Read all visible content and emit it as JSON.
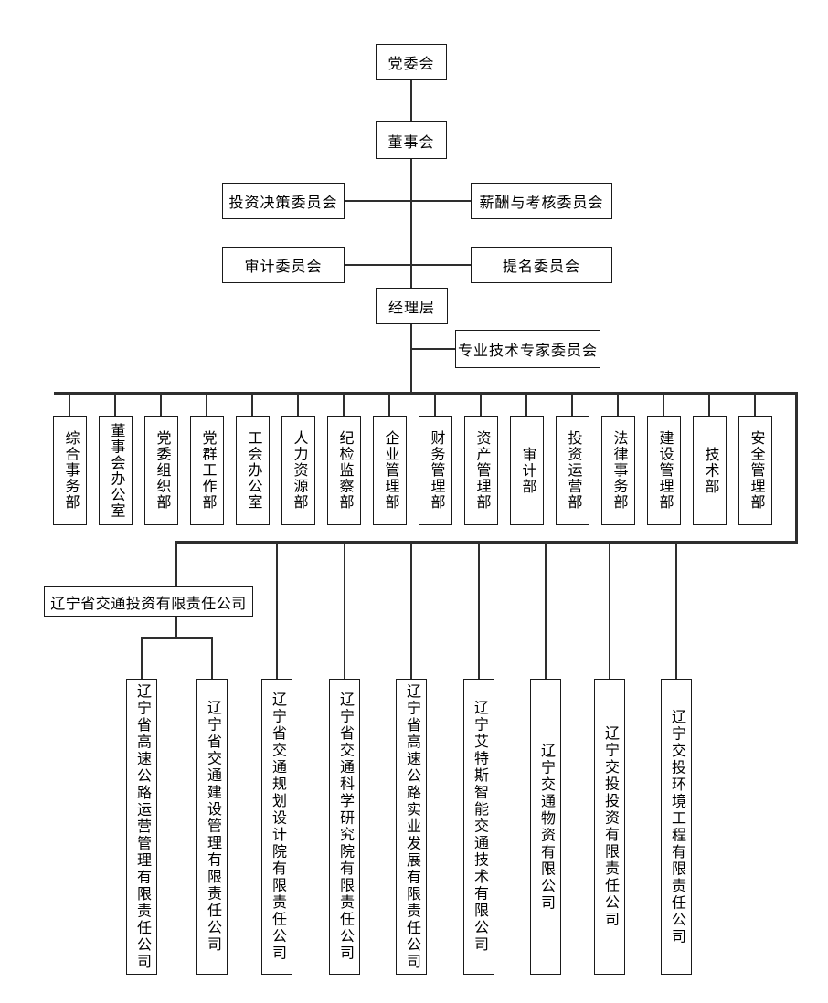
{
  "org_chart": {
    "governance": {
      "party_committee": "党委会",
      "board": "董事会",
      "management": "经理层"
    },
    "board_committees": {
      "investment_decision": "投资决策委员会",
      "compensation_appraisal": "薪酬与考核委员会",
      "audit": "审计委员会",
      "nomination": "提名委员会"
    },
    "management_committees": {
      "expert": "专业技术专家委员会"
    },
    "departments": [
      "综合事务部",
      "董事会办公室",
      "党委组织部",
      "党群工作部",
      "工会办公室",
      "人力资源部",
      "纪检监察部",
      "企业管理部",
      "财务管理部",
      "资产管理部",
      "审计部",
      "投资运营部",
      "法律事务部",
      "建设管理部",
      "技术部",
      "安全管理部"
    ],
    "holding_company": "辽宁省交通投资有限责任公司",
    "subsidiaries": [
      "辽宁省高速公路运营管理有限责任公司",
      "辽宁省交通建设管理有限责任公司",
      "辽宁省交通规划设计院有限责任公司",
      "辽宁省交通科学研究院有限责任公司",
      "辽宁省高速公路实业发展有限责任公司",
      "辽宁艾特斯智能交通技术有限公司",
      "辽宁交通物资有限公司",
      "辽宁交投投资有限责任公司",
      "辽宁交投环境工程有限责任公司"
    ]
  },
  "colors": {
    "line": "#2e2e2e",
    "border": "#1a1a1a",
    "background": "#ffffff",
    "text": "#000000"
  }
}
